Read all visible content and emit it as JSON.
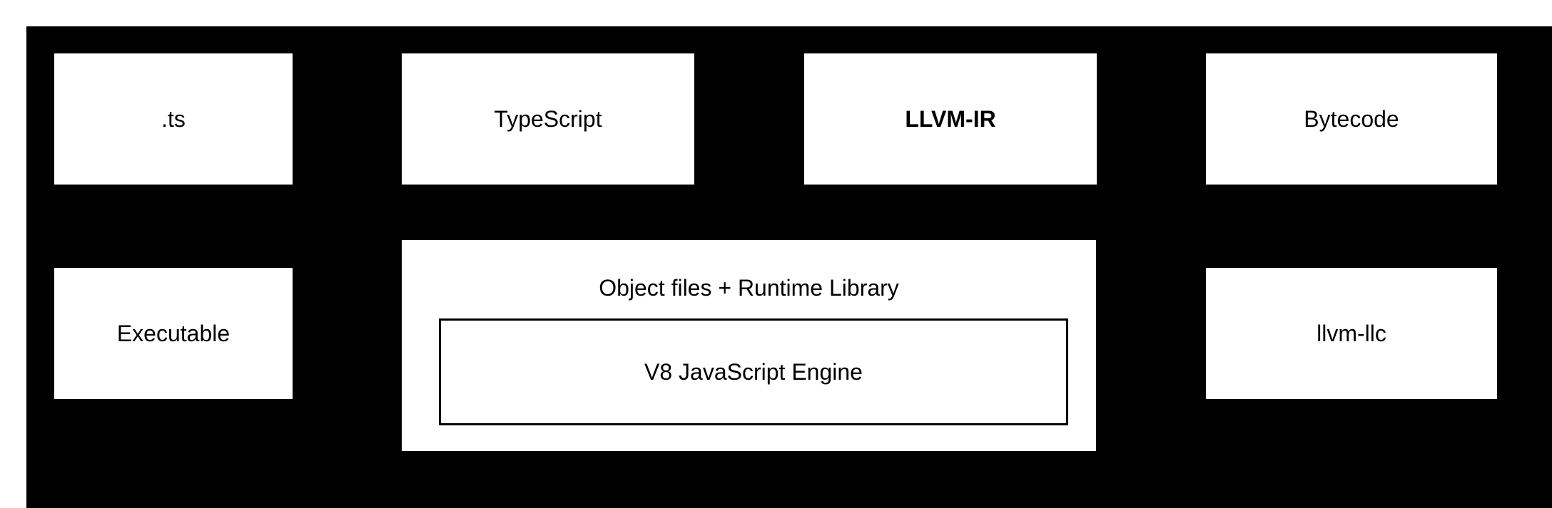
{
  "diagram": {
    "colors": {
      "page_background": "#ffffff",
      "board_background": "#000000",
      "node_fill": "#ffffff",
      "node_text": "#000000"
    },
    "nodes": {
      "ts": {
        "label": ".ts"
      },
      "typescript": {
        "label": "TypeScript"
      },
      "llvm_ir": {
        "label": "LLVM-IR"
      },
      "bytecode": {
        "label": "Bytecode"
      },
      "executable": {
        "label": "Executable"
      },
      "object_files": {
        "label": "Object files + Runtime Library"
      },
      "v8_engine": {
        "label": "V8 JavaScript Engine"
      },
      "llvm_llc": {
        "label": "llvm-llc"
      }
    }
  }
}
